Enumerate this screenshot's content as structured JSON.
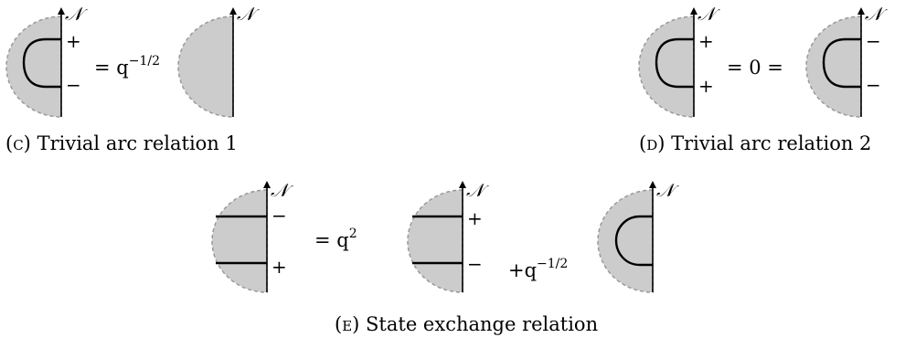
{
  "labels": {
    "N": "𝒩",
    "plus": "+",
    "minus": "−"
  },
  "relations": {
    "c": {
      "coef": "= q",
      "exp": "−1/2"
    },
    "d": {
      "middle": "= 0 ="
    },
    "e": {
      "coef1": "= q",
      "exp1": "2",
      "coef2": "+q",
      "exp2": "−1/2"
    }
  },
  "captions": {
    "c": {
      "letter": "(c)",
      "text": "Trivial arc relation 1"
    },
    "d": {
      "letter": "(d)",
      "text": "Trivial arc relation 2"
    },
    "e": {
      "letter": "(e)",
      "text": "State exchange relation"
    }
  },
  "colors": {
    "fill": "#cccccc",
    "dash": "#999999",
    "ink": "#000000"
  }
}
